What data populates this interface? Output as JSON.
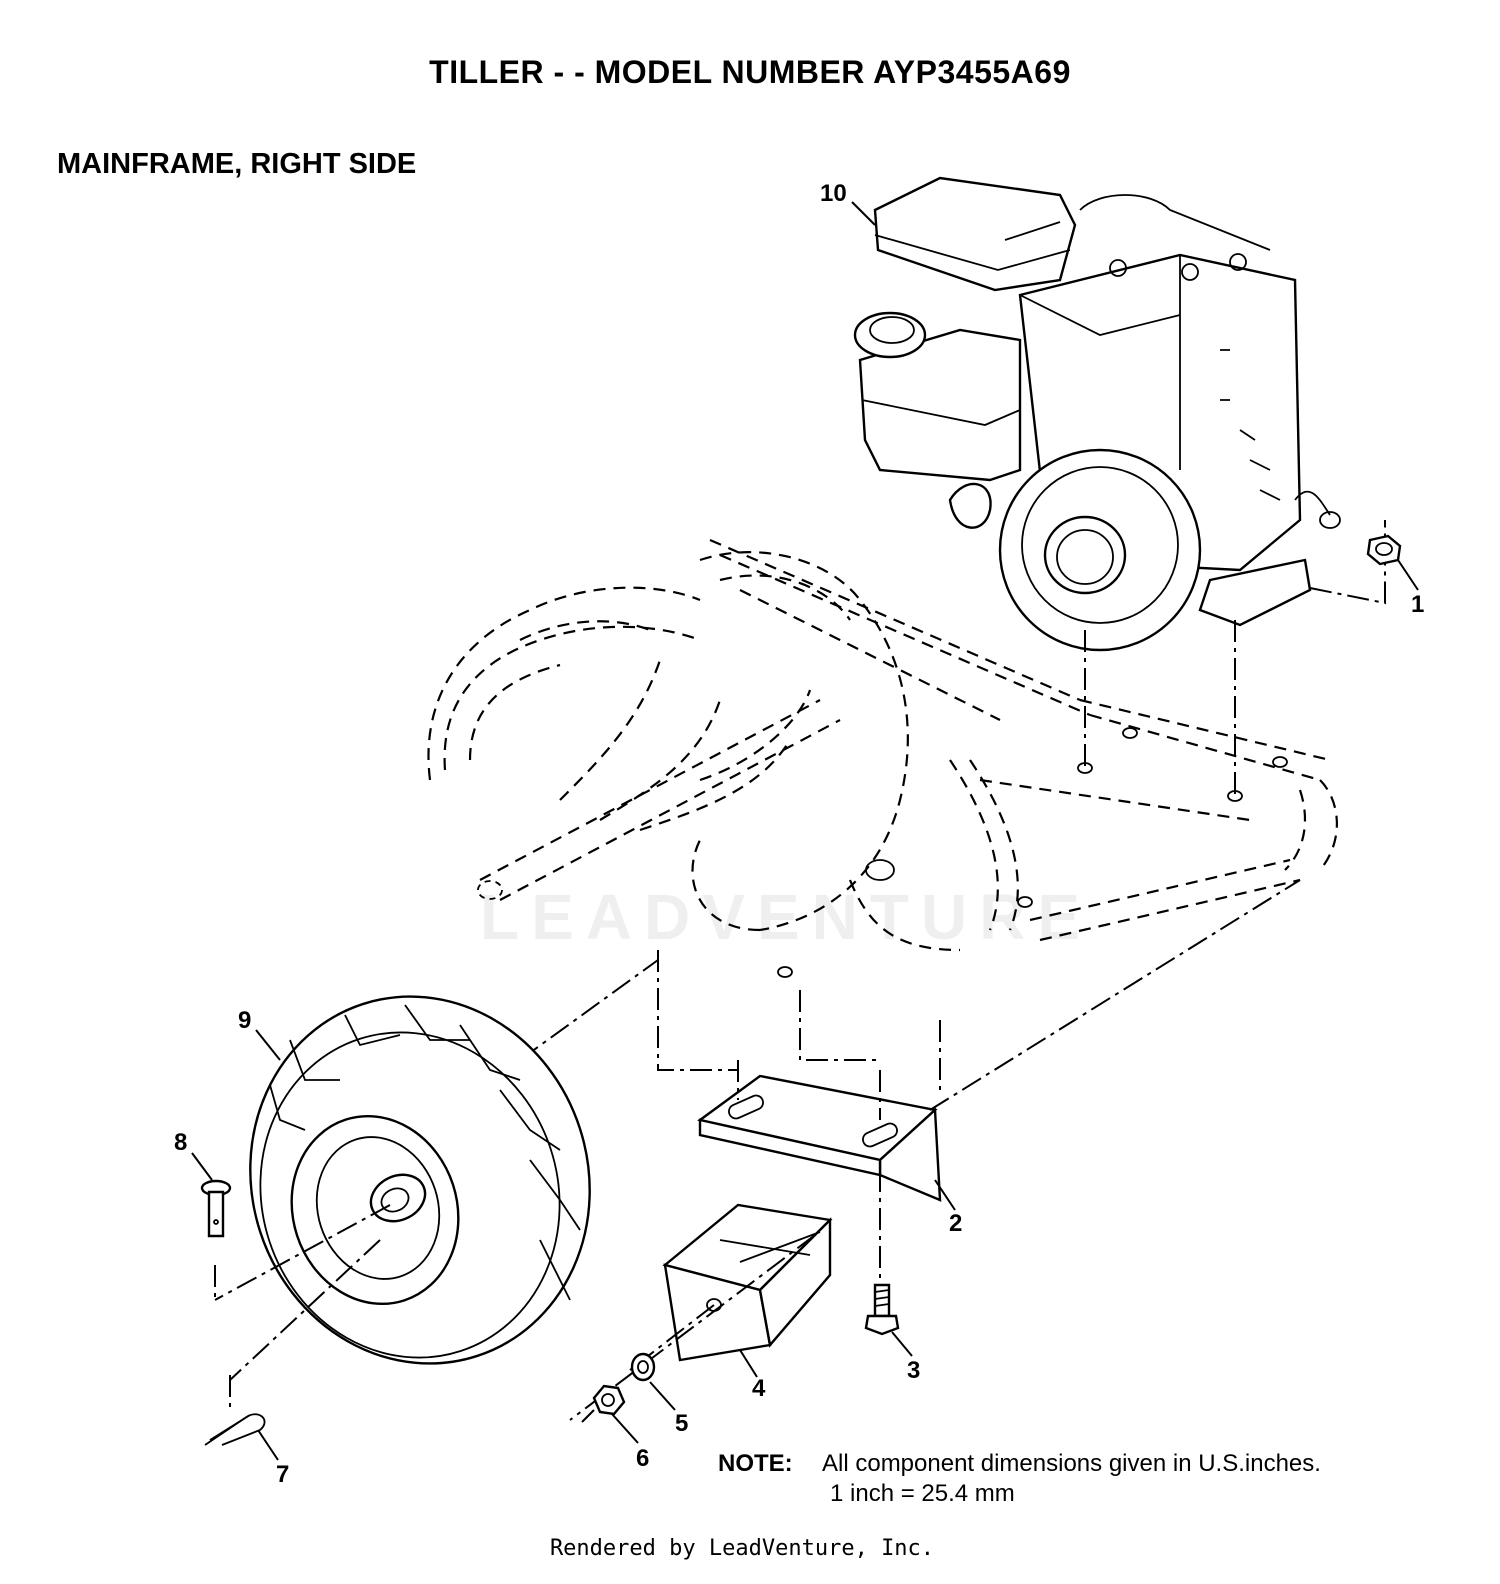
{
  "header": {
    "title": "TILLER - - MODEL NUMBER AYP3455A69",
    "subtitle": "MAINFRAME, RIGHT SIDE"
  },
  "callouts": [
    "1",
    "2",
    "3",
    "4",
    "5",
    "6",
    "7",
    "8",
    "9",
    "10"
  ],
  "note": {
    "label": "NOTE:",
    "line1": "All component dimensions given in U.S.inches.",
    "line2": "1 inch = 25.4 mm"
  },
  "watermark": "LEADVENTURE",
  "footer": "Rendered by LeadVenture, Inc."
}
